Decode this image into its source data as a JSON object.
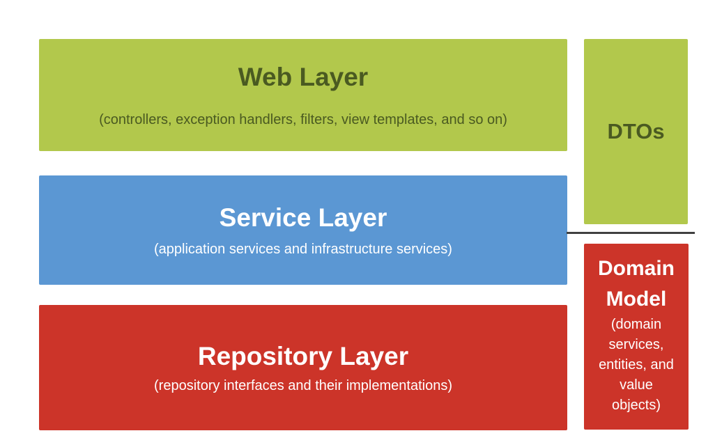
{
  "diagram": {
    "background": "#ffffff",
    "colors": {
      "green": "#b2c84c",
      "blue": "#5b97d3",
      "red": "#cc3429",
      "olive_text": "#4a5a21",
      "white_text": "#ffffff",
      "divider": "#404040"
    },
    "layers": [
      {
        "title": "Web Layer",
        "subtitle": "(controllers, exception handlers, filters, view templates, and so on)"
      },
      {
        "title": "Service Layer",
        "subtitle": "(application services and infrastructure services)"
      },
      {
        "title": "Repository Layer",
        "subtitle": "(repository interfaces and their implementations)"
      }
    ],
    "side": {
      "dtos_label": "DTOs",
      "domain_model_title": "Domain\nModel",
      "domain_model_body": "(domain\nservices,\nentities, and\nvalue\nobjects)"
    }
  }
}
